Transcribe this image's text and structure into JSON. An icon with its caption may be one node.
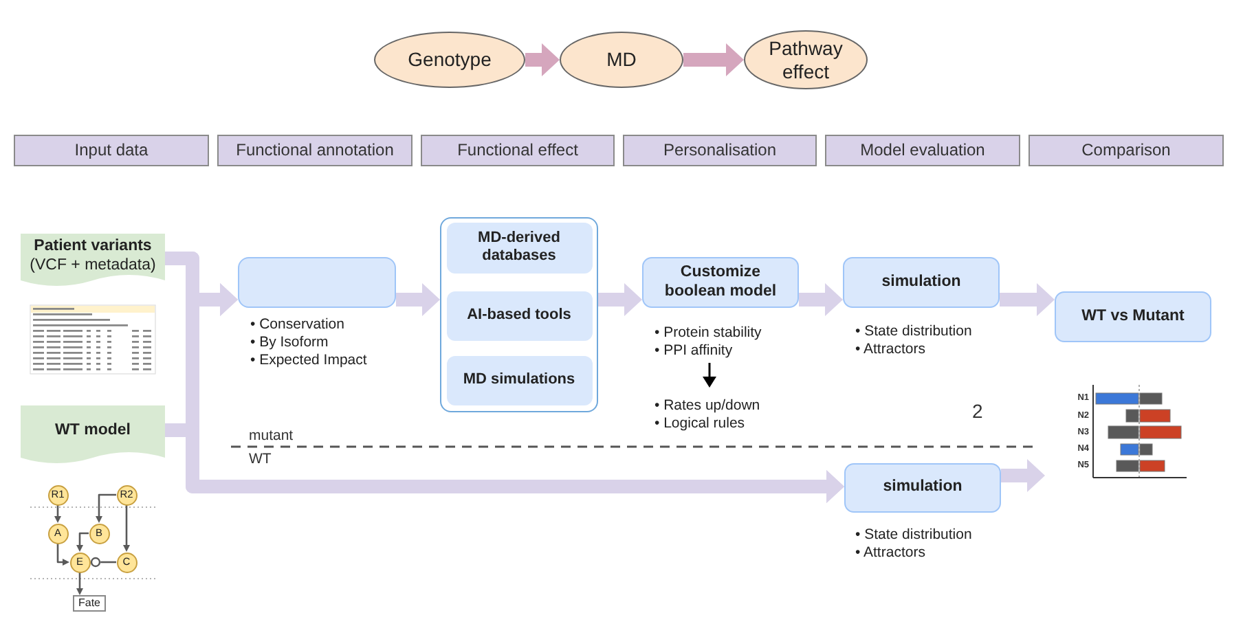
{
  "diagram": {
    "nodes": [
      {
        "text": [
          "Genotype"
        ]
      },
      {
        "text": [
          "MD"
        ]
      },
      {
        "text": [
          "Pathway effect"
        ]
      },
      {
        "text": [
          "Input data"
        ]
      },
      {
        "text": [
          "Functional annotation"
        ]
      },
      {
        "text": [
          "Functional effect"
        ]
      },
      {
        "text": [
          "Personalisation"
        ]
      },
      {
        "text": [
          "Model evaluation"
        ]
      },
      {
        "text": [
          "Comparison"
        ]
      },
      {
        "text": [
          "Patient variants",
          "(VCF + metadata)"
        ]
      },
      {
        "text": [
          "WT model"
        ]
      },
      {
        "text": [],
        "shape": "box",
        "beside": [
          "• Conservation",
          "• By Isoform",
          "• Expected Impact"
        ]
      },
      {
        "text": [],
        "shape": "box"
      },
      {
        "text": [
          "MD-derived databases"
        ],
        "in": 12
      },
      {
        "text": [
          "AI-based tools"
        ],
        "in": 12
      },
      {
        "text": [
          "MD simulations"
        ],
        "in": 12
      },
      {
        "text": [
          "Customize boolean model"
        ],
        "beside": [
          "• Protein stability",
          "• PPI affinity",
          "• Rates up/down",
          "• Logical rules"
        ]
      },
      {
        "text": [
          "simulation"
        ],
        "beside": [
          "• State distribution",
          "• Attractors"
        ]
      },
      {
        "text": [
          "WT vs Mutant"
        ]
      },
      {
        "text": [
          "simulation"
        ],
        "beside": [
          "• State distribution",
          "• Attractors"
        ]
      },
      {
        "text": [
          "N1",
          "N2",
          "N3",
          "N4",
          "N5"
        ]
      },
      {
        "text": [
          "R1"
        ]
      },
      {
        "text": [
          "R2"
        ]
      },
      {
        "text": [
          "A"
        ]
      },
      {
        "text": [
          "B"
        ]
      },
      {
        "text": [
          "E"
        ]
      },
      {
        "text": [
          "C"
        ]
      },
      {
        "text": [
          "Fate"
        ]
      }
    ],
    "edges": [
      {
        "from": 0,
        "to": 1,
        "arrow": "to",
        "color": "#d5a6bd"
      },
      {
        "from": 1,
        "to": 2,
        "arrow": "to",
        "color": "#d5a6bd"
      },
      {
        "from": 9,
        "to": 11,
        "arrow": "to"
      },
      {
        "from": 10,
        "to": 11,
        "arrow": "to"
      },
      {
        "from": 9,
        "to": 19,
        "arrow": "to"
      },
      {
        "from": 10,
        "to": 19,
        "arrow": "to"
      },
      {
        "from": 11,
        "to": 12,
        "arrow": "to"
      },
      {
        "from": 12,
        "to": 16,
        "arrow": "to"
      },
      {
        "from": 16,
        "to": 17,
        "arrow": "to"
      },
      {
        "from": 17,
        "to": 18,
        "arrow": "to"
      },
      {
        "from": 19,
        "to": 20,
        "arrow": "to"
      },
      {
        "from": 21,
        "to": 23,
        "arrow": "to",
        "color": "#595959"
      },
      {
        "from": 22,
        "to": 24,
        "arrow": "to",
        "color": "#595959"
      },
      {
        "from": 22,
        "to": 26,
        "arrow": "to",
        "color": "#595959"
      },
      {
        "from": 23,
        "to": 25,
        "arrow": "to",
        "color": "#595959"
      },
      {
        "from": 24,
        "to": 25,
        "arrow": "to",
        "color": "#595959"
      },
      {
        "from": 26,
        "to": 25,
        "arrow": "other",
        "color": "#595959"
      },
      {
        "from": 25,
        "to": 27,
        "arrow": "to",
        "color": "#595959"
      }
    ],
    "labels": [
      "2",
      "mutant",
      "WT"
    ]
  }
}
